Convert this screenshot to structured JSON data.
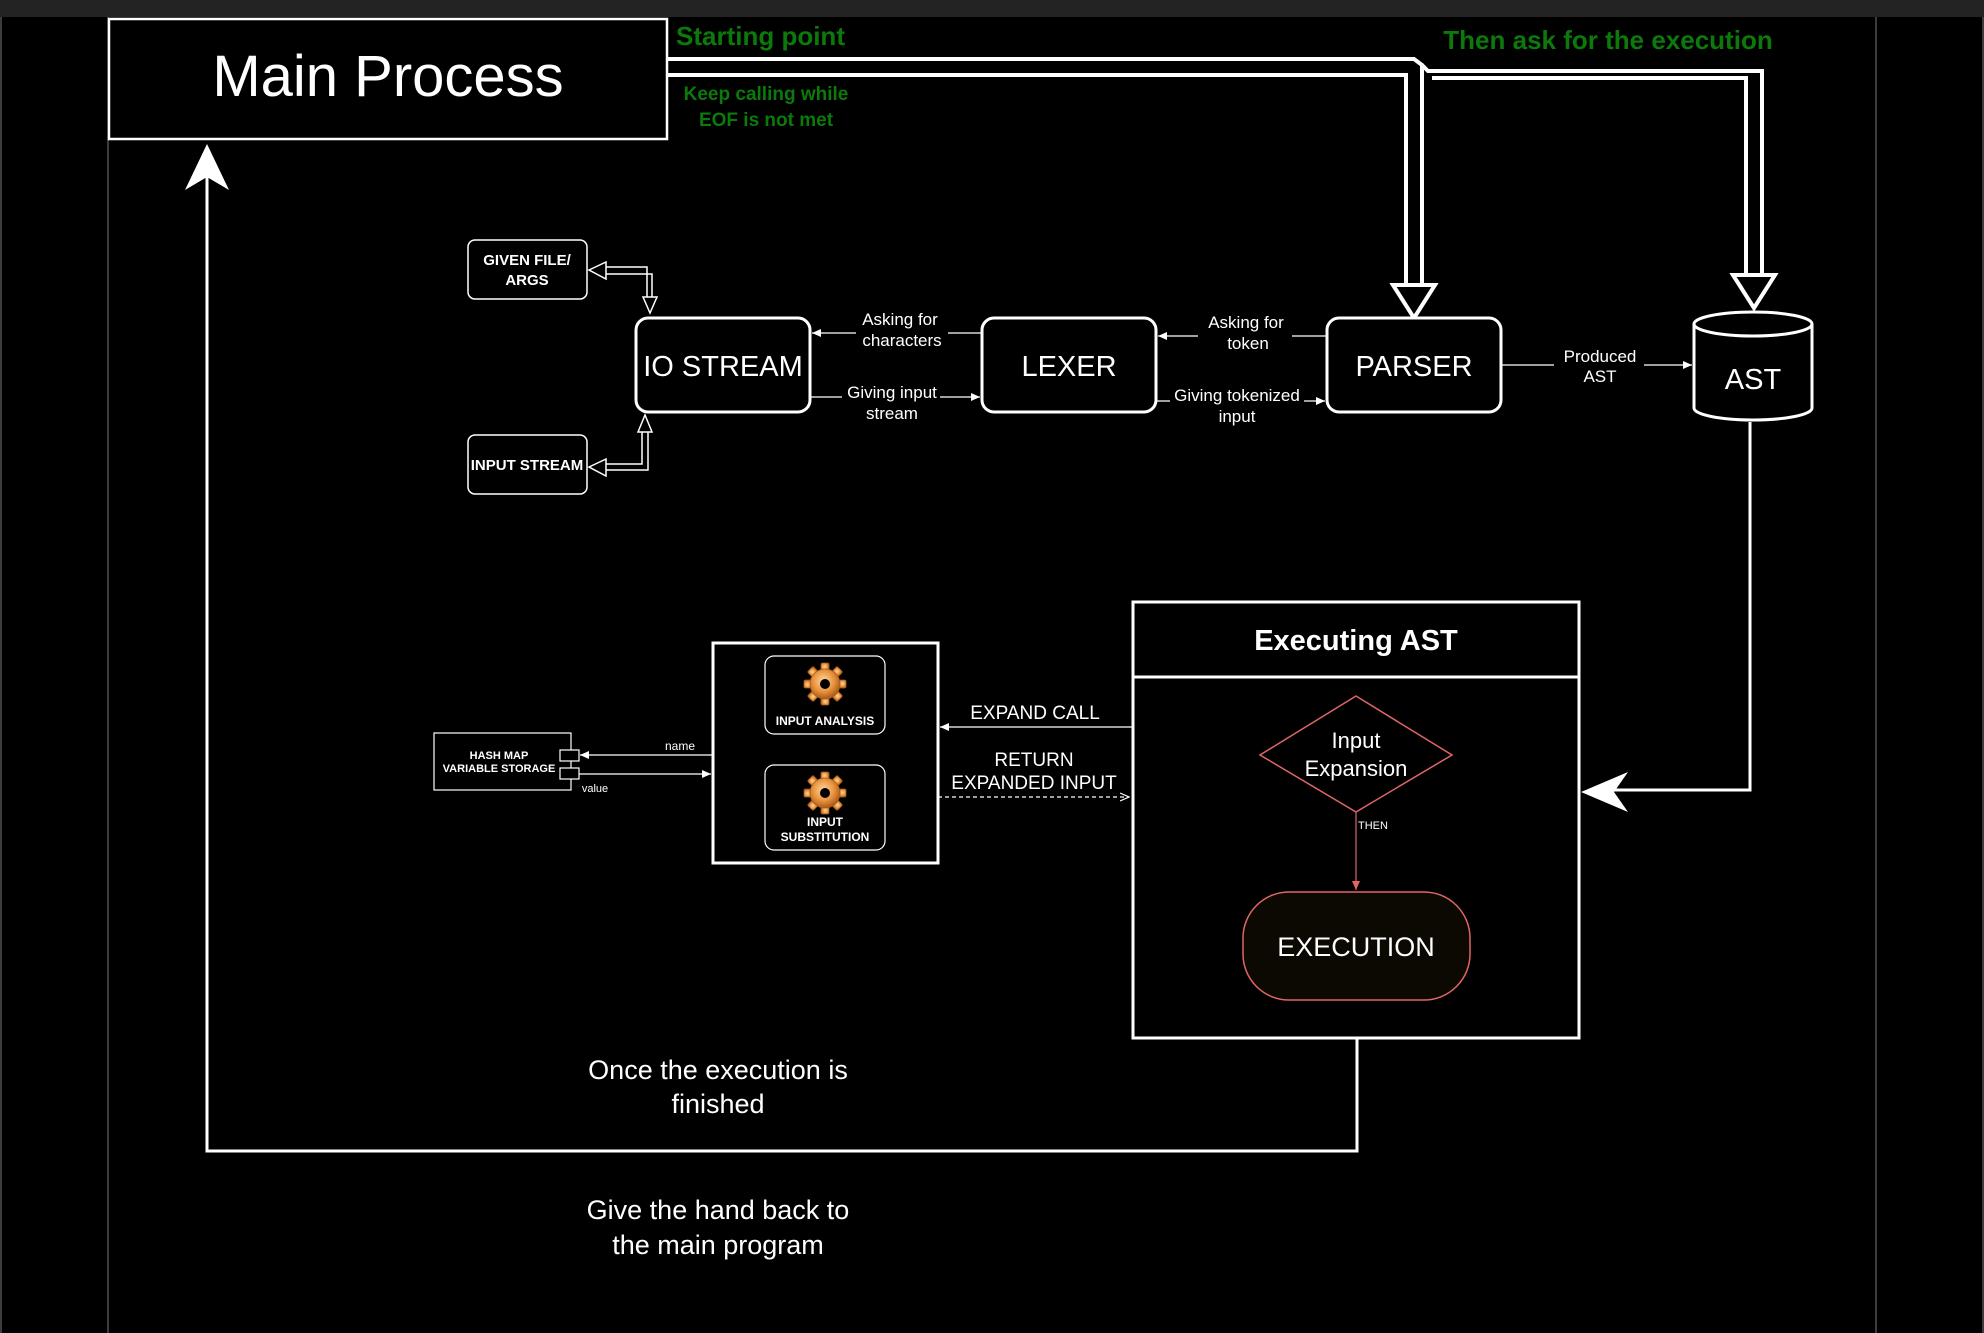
{
  "colors": {
    "background": "#000000",
    "line": "#ffffff",
    "green_label": "#0b7a0b",
    "red_accent": "#e06666",
    "gear": "#e8923a"
  },
  "main_process": {
    "label": "Main Process"
  },
  "flow_labels": {
    "starting_point": "Starting point",
    "keep_calling_1": "Keep calling while",
    "keep_calling_2": "EOF is not met",
    "ask_execution": "Then ask for the execution"
  },
  "sources": {
    "file_args_1": "GIVEN FILE/",
    "file_args_2": "ARGS",
    "input_stream": "INPUT STREAM"
  },
  "pipeline": {
    "io_stream": "IO STREAM",
    "lexer": "LEXER",
    "parser": "PARSER",
    "ast": "AST"
  },
  "edges": {
    "asking_chars_1": "Asking for",
    "asking_chars_2": "characters",
    "giving_stream_1": "Giving input",
    "giving_stream_2": "stream",
    "asking_token_1": "Asking for",
    "asking_token_2": "token",
    "giving_tokenized_1": "Giving tokenized",
    "giving_tokenized_2": "input",
    "produced_ast_1": "Produced",
    "produced_ast_2": "AST",
    "expand_call": "EXPAND CALL",
    "return_expanded_1": "RETURN",
    "return_expanded_2": "EXPANDED INPUT",
    "then": "THEN",
    "name": "name",
    "value": "value"
  },
  "expansion_module": {
    "input_analysis": "INPUT ANALYSIS",
    "input_substitution_1": "INPUT",
    "input_substitution_2": "SUBSTITUTION"
  },
  "hash_map": {
    "line1": "HASH MAP",
    "line2": "VARIABLE STORAGE"
  },
  "executing_ast": {
    "title": "Executing AST",
    "input_expansion_1": "Input",
    "input_expansion_2": "Expansion",
    "execution": "EXECUTION"
  },
  "return_labels": {
    "once_finished_1": "Once the execution is",
    "once_finished_2": "finished",
    "give_back_1": "Give the hand back to",
    "give_back_2": "the main program"
  }
}
